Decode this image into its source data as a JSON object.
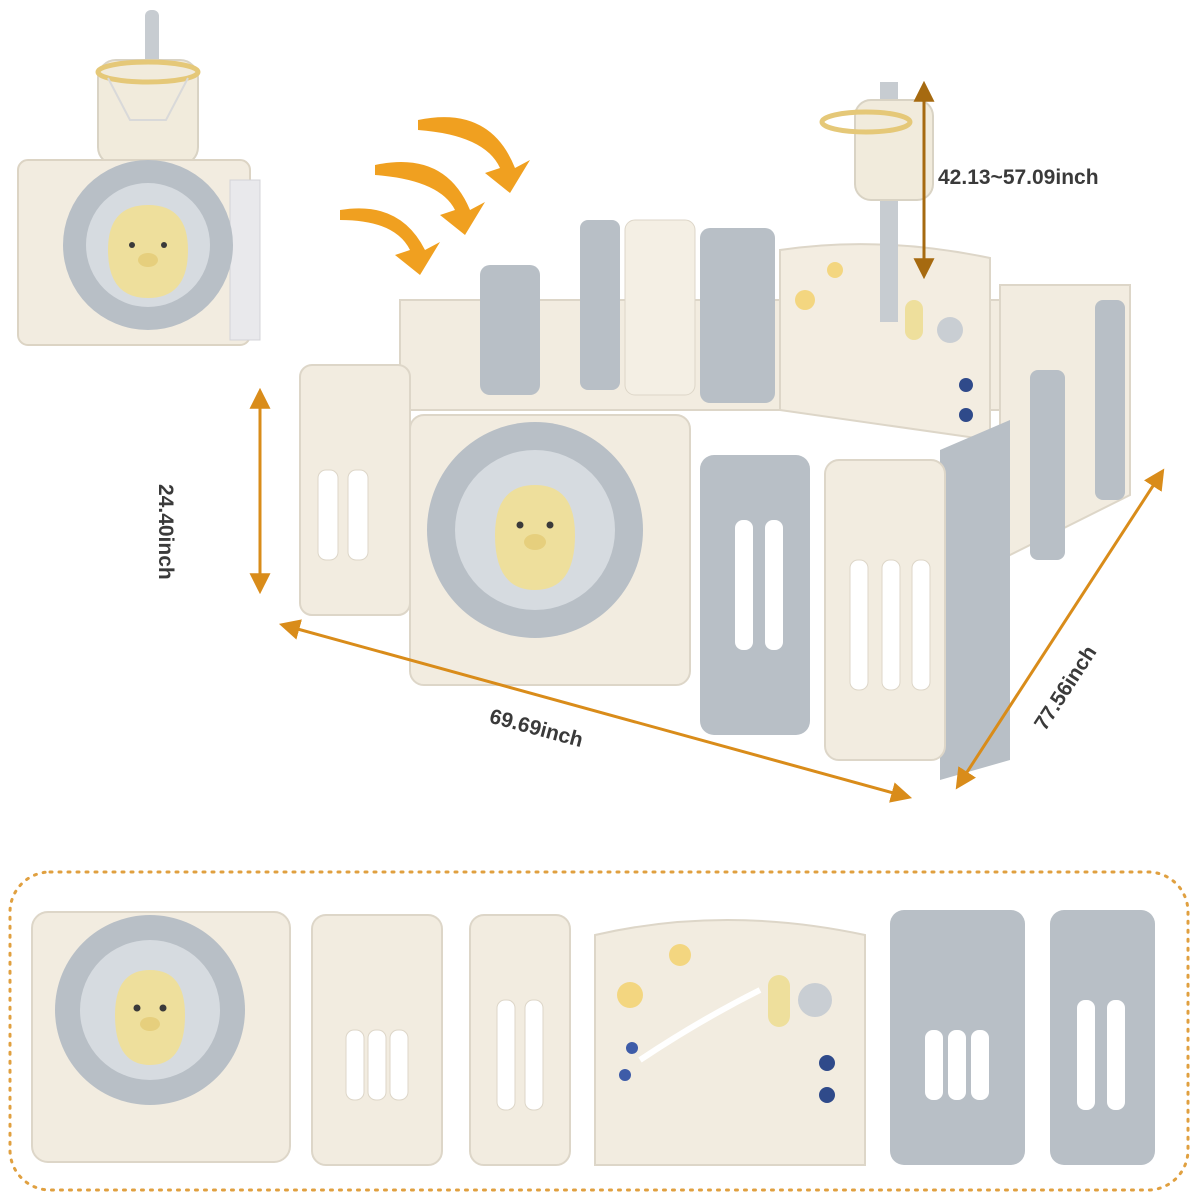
{
  "dimensions": {
    "height_panel": "24.40inch",
    "width": "69.69inch",
    "depth": "77.56inch",
    "hoop_height": "42.13~57.09inch"
  },
  "colors": {
    "cream": "#f2ece0",
    "grey": "#b8bfc6",
    "bear_yellow": "#eedf9c",
    "accent_orange": "#f0a020",
    "dimension_line": "#d98c1a",
    "dotted_border": "#e0a040"
  }
}
